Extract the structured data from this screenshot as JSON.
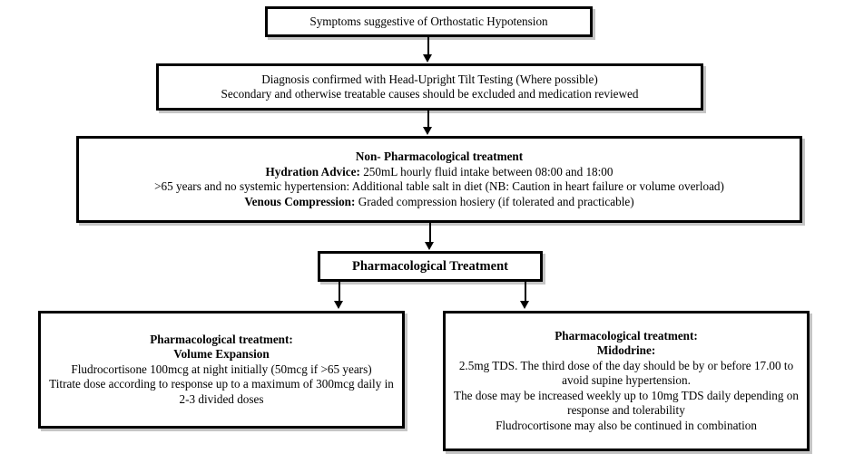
{
  "diagram": {
    "title": "Orthostatic Hypotension Management Flowchart",
    "type": "flowchart",
    "nodes": {
      "symptoms": {
        "lines": [
          {
            "text": "Symptoms suggestive of Orthostatic Hypotension",
            "bold": false
          }
        ]
      },
      "diagnosis": {
        "lines": [
          {
            "text": "Diagnosis confirmed with Head-Upright Tilt Testing (Where possible)",
            "bold": false
          },
          {
            "text": "Secondary and otherwise treatable causes should be excluded and medication reviewed",
            "bold": false
          }
        ]
      },
      "non_pharmacological": {
        "lines": [
          {
            "text": "Non- Pharmacological treatment",
            "bold": true
          },
          {
            "label": "Hydration Advice:",
            "text": " 250mL hourly fluid intake between 08:00 and 18:00",
            "bold": false
          },
          {
            "text": ">65 years and no systemic hypertension: Additional table salt in diet (NB: Caution in heart failure or volume overload)",
            "bold": false
          },
          {
            "label": "Venous Compression:",
            "text": " Graded compression hosiery (if tolerated and practicable)",
            "bold": false
          }
        ]
      },
      "pharmacological": {
        "lines": [
          {
            "text": "Pharmacological Treatment",
            "bold": true
          }
        ]
      },
      "volume_expansion": {
        "lines": [
          {
            "text": "Pharmacological treatment:",
            "bold": true
          },
          {
            "text": "Volume Expansion",
            "bold": true
          },
          {
            "text": "Fludrocortisone 100mcg at night initially (50mcg if >65 years)",
            "bold": false
          },
          {
            "text": "Titrate dose according to response up to a maximum of 300mcg daily in 2-3 divided doses",
            "bold": false
          }
        ]
      },
      "midodrine": {
        "lines": [
          {
            "text": "Pharmacological treatment:",
            "bold": true
          },
          {
            "text": "Midodrine:",
            "bold": true
          },
          {
            "text": "2.5mg TDS. The third dose of the day should be by or before 17.00 to avoid supine hypertension.",
            "bold": false
          },
          {
            "text": "The dose may be increased weekly up to 10mg TDS daily depending on response and tolerability",
            "bold": false
          },
          {
            "text": "Fludrocortisone may also be continued in combination",
            "bold": false
          }
        ]
      }
    },
    "edges": [
      {
        "from": "symptoms",
        "to": "diagnosis"
      },
      {
        "from": "diagnosis",
        "to": "non_pharmacological"
      },
      {
        "from": "non_pharmacological",
        "to": "pharmacological"
      },
      {
        "from": "pharmacological",
        "to": "volume_expansion"
      },
      {
        "from": "pharmacological",
        "to": "midodrine"
      }
    ],
    "colors": {
      "border": "#000000",
      "text": "#000000",
      "background": "#ffffff",
      "shadow": "#969696"
    }
  }
}
